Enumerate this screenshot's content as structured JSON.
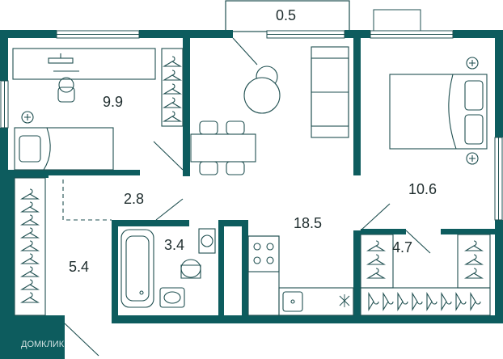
{
  "rooms": {
    "balcony": "0.5",
    "bedroom_left": "9.9",
    "bedroom_right": "10.6",
    "hall": "2.8",
    "living_kitchen": "18.5",
    "bathroom": "3.4",
    "wardrobe_left": "5.4",
    "wardrobe_right": "4.7"
  },
  "watermark": "ДОМКЛИК",
  "colors": {
    "wall": "#0d5c5e",
    "furniture_stroke": "#1f4f50",
    "window": "#ffffff"
  }
}
